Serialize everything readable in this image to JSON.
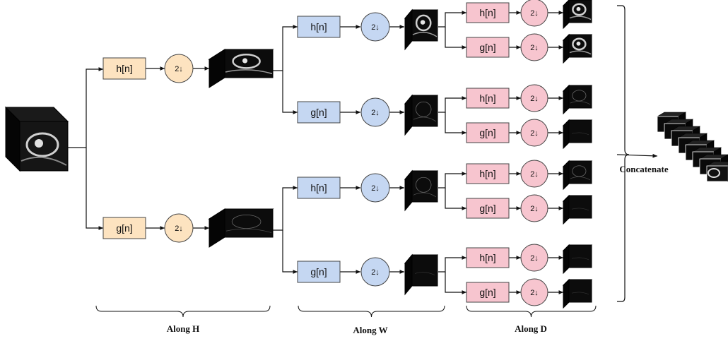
{
  "diagram": {
    "stages": [
      {
        "key": "H",
        "label": "Along  H"
      },
      {
        "key": "W",
        "label": "Along  W"
      },
      {
        "key": "D",
        "label": "Along  D"
      }
    ],
    "lowpass_filter": "h[n]",
    "highpass_filter": "g[n]",
    "downsample": "2↓",
    "concat_label": "Concatenate",
    "colors": {
      "stage_h": "#fde3c0",
      "stage_w": "#c5d7f2",
      "stage_d": "#f7c5cf",
      "stroke": "#444444",
      "cube_face": "#111111"
    }
  }
}
